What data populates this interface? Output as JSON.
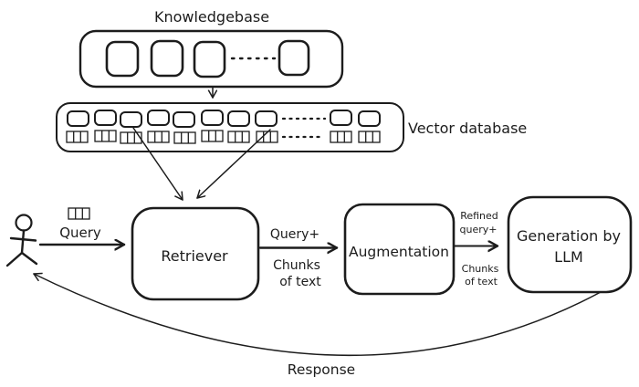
{
  "diagram": {
    "background": "#ffffff",
    "ink": "#1c1c1c",
    "nodes": {
      "knowledgebase": {
        "label": "Knowledgebase"
      },
      "vector_database": {
        "label": "Vector database"
      },
      "retriever": {
        "label": "Retriever"
      },
      "augmentation": {
        "label": "Augmentation"
      },
      "generation_llm": {
        "label_line1": "Generation by",
        "label_line2": "LLM"
      }
    },
    "edges": {
      "user_query": {
        "label": "Query"
      },
      "retriever_to_augmentation": {
        "label_above": "Query+",
        "label_below_line1": "Chunks",
        "label_below_line2": "of text"
      },
      "augmentation_to_generation": {
        "label_above_line1": "Refined",
        "label_above_line2": "query+",
        "label_below_line1": "Chunks",
        "label_below_line2": "of text"
      },
      "response": {
        "label": "Response"
      }
    }
  }
}
